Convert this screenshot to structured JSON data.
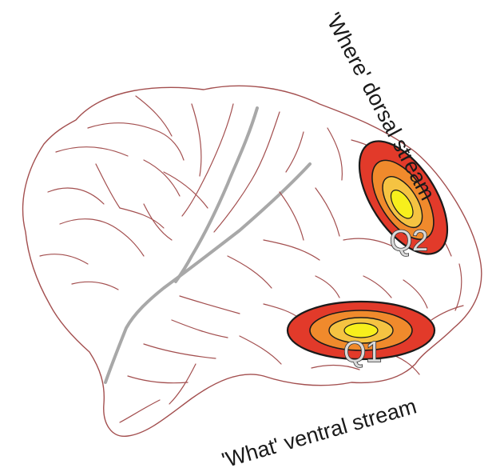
{
  "labels": {
    "dorsal_stream": "'Where' dorsal stream",
    "ventral_stream": "'What' ventral stream",
    "region_q1": "Q1",
    "region_q2": "Q2"
  },
  "colors": {
    "brain_fill": "#ffffff",
    "brain_outline": "#a34f4f",
    "sulcus_gray": "#a8a8a8",
    "activation_outer": "#e23a2a",
    "activation_mid": "#f08a2c",
    "activation_inner": "#f5c342",
    "activation_core": "#f7ef1c"
  }
}
